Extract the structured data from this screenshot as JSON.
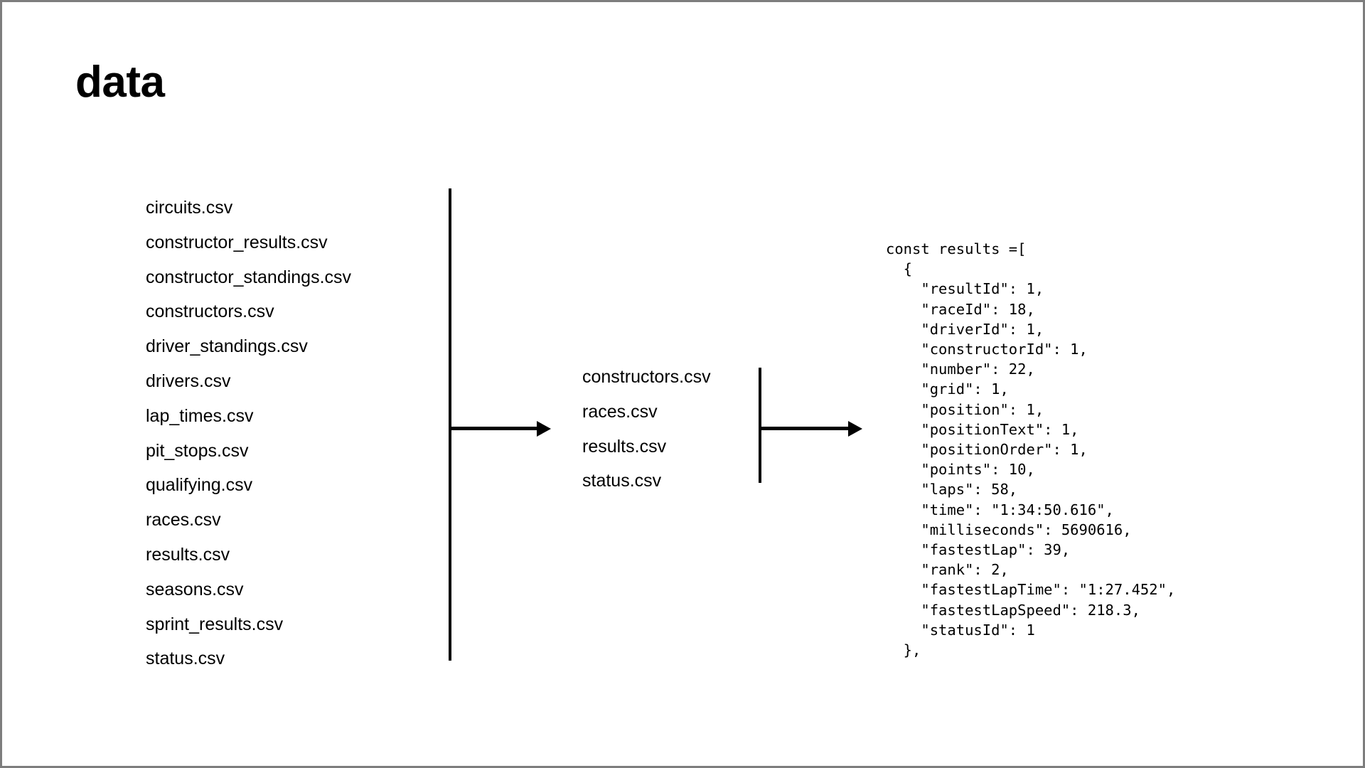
{
  "slide": {
    "title": "data",
    "background_color": "#ffffff",
    "border_color": "#7d7d7d",
    "text_color": "#000000"
  },
  "source_files": {
    "label": "data directory csv files",
    "items": [
      "circuits.csv",
      "constructor_results.csv",
      "constructor_standings.csv",
      "constructors.csv",
      "driver_standings.csv",
      "drivers.csv",
      "lap_times.csv",
      "pit_stops.csv",
      "qualifying.csv",
      "races.csv",
      "results.csv",
      "seasons.csv",
      "sprint_results.csv",
      "status.csv"
    ]
  },
  "filtered_files": {
    "label": "selected csv files",
    "items": [
      "constructors.csv",
      "races.csv",
      "results.csv",
      "status.csv"
    ]
  },
  "connectors": {
    "divider_1": "vertical-rule",
    "divider_2": "vertical-rule",
    "arrow_1": "right-arrow",
    "arrow_2": "right-arrow"
  },
  "code": {
    "language": "javascript",
    "text": "const results =[\n  {\n    \"resultId\": 1,\n    \"raceId\": 18,\n    \"driverId\": 1,\n    \"constructorId\": 1,\n    \"number\": 22,\n    \"grid\": 1,\n    \"position\": 1,\n    \"positionText\": 1,\n    \"positionOrder\": 1,\n    \"points\": 10,\n    \"laps\": 58,\n    \"time\": \"1:34:50.616\",\n    \"milliseconds\": 5690616,\n    \"fastestLap\": 39,\n    \"rank\": 2,\n    \"fastestLapTime\": \"1:27.452\",\n    \"fastestLapSpeed\": 218.3,\n    \"statusId\": 1\n  },",
    "declaration": "const results =[",
    "entries": [
      {
        "key": "resultId",
        "value": "1"
      },
      {
        "key": "raceId",
        "value": "18"
      },
      {
        "key": "driverId",
        "value": "1"
      },
      {
        "key": "constructorId",
        "value": "1"
      },
      {
        "key": "number",
        "value": "22"
      },
      {
        "key": "grid",
        "value": "1"
      },
      {
        "key": "position",
        "value": "1"
      },
      {
        "key": "positionText",
        "value": "1"
      },
      {
        "key": "positionOrder",
        "value": "1"
      },
      {
        "key": "points",
        "value": "10"
      },
      {
        "key": "laps",
        "value": "58"
      },
      {
        "key": "time",
        "value": "\"1:34:50.616\""
      },
      {
        "key": "milliseconds",
        "value": "5690616"
      },
      {
        "key": "fastestLap",
        "value": "39"
      },
      {
        "key": "rank",
        "value": "2"
      },
      {
        "key": "fastestLapTime",
        "value": "\"1:27.452\""
      },
      {
        "key": "fastestLapSpeed",
        "value": "218.3"
      },
      {
        "key": "statusId",
        "value": "1"
      }
    ]
  }
}
